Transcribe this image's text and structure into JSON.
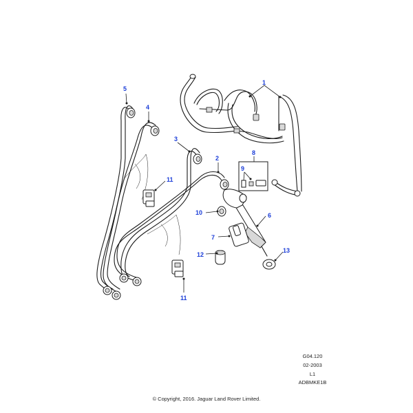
{
  "callouts": {
    "c1": "1",
    "c2": "2",
    "c3": "3",
    "c4": "4",
    "c5": "5",
    "c6": "6",
    "c7": "7",
    "c8": "8",
    "c9": "9",
    "c10": "10",
    "c11a": "11",
    "c11b": "11",
    "c12": "12",
    "c13": "13"
  },
  "reference": {
    "code": "G04.120",
    "date": "02-2003",
    "level": "L1",
    "id": "ADBMKE1B"
  },
  "footer": {
    "copyright": "© Copyright, 2016. Jaguar Land Rover Limited."
  },
  "colors": {
    "callout": "#1c3ed8",
    "line": "#1a1a1a"
  }
}
